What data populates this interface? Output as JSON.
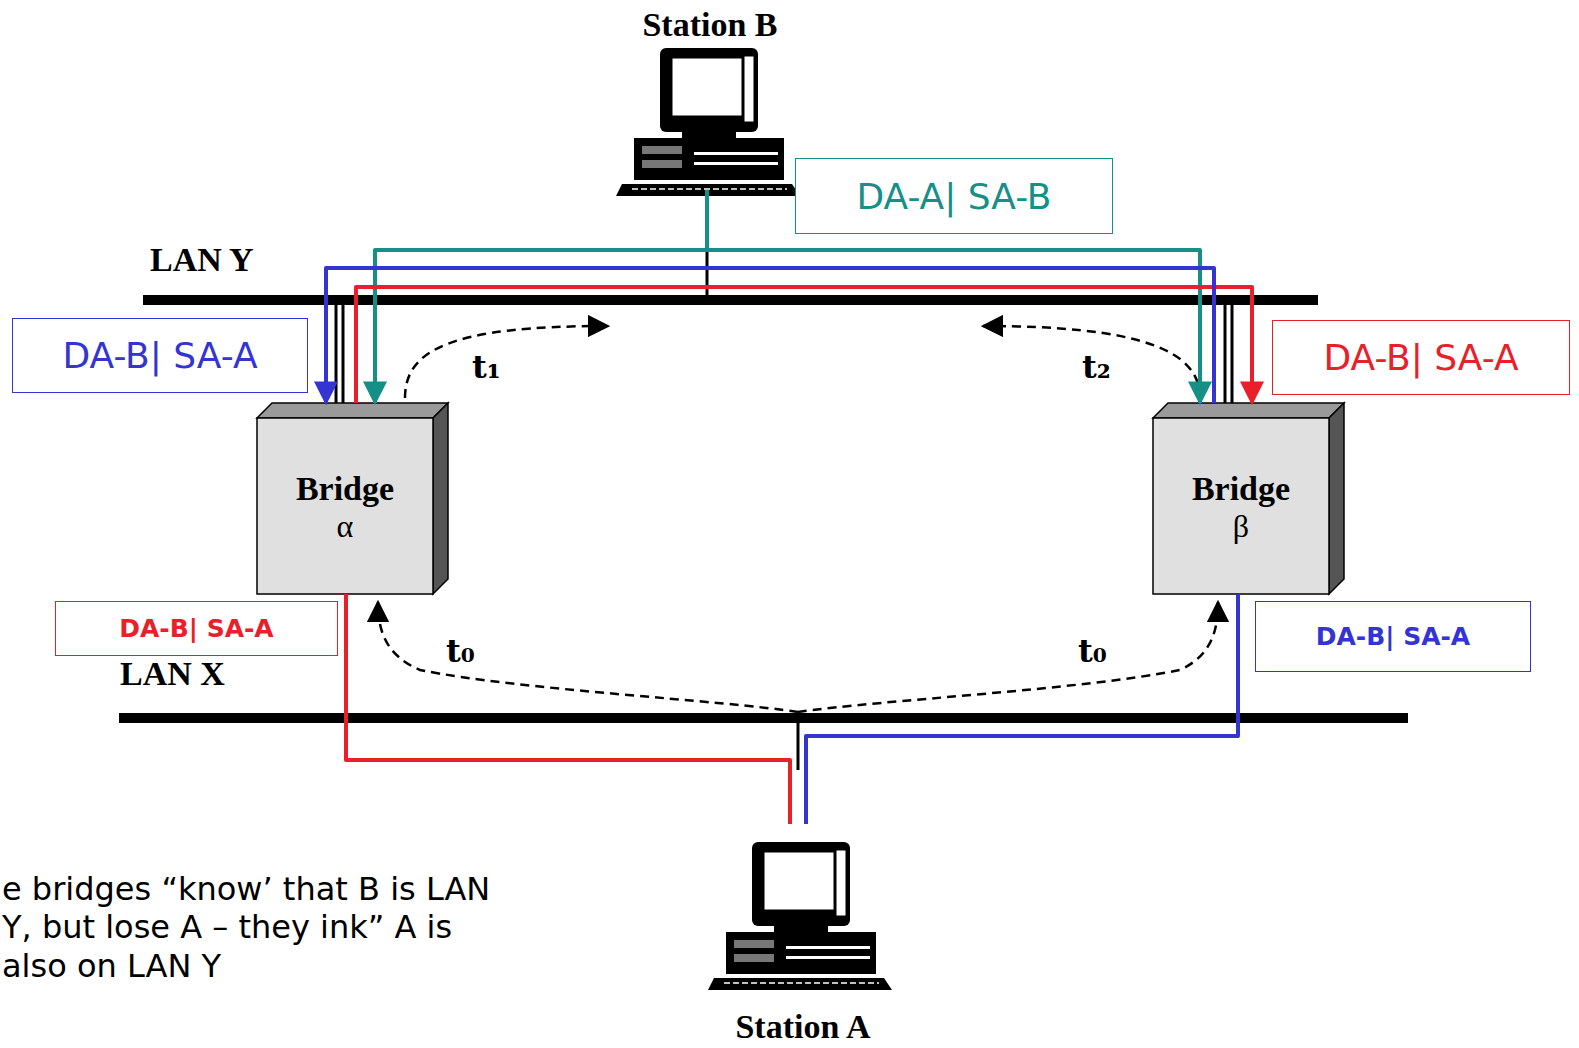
{
  "diagram": {
    "nodes": [
      {
        "text": [
          "Station B"
        ]
      },
      {
        "text": [
          "DA-A| SA-B"
        ]
      },
      {
        "text": [
          "DA-B| SA-A"
        ]
      },
      {
        "text": [
          "DA-B| SA-A"
        ]
      },
      {
        "text": [
          "Bridge",
          "α"
        ]
      },
      {
        "text": [
          "Bridge",
          "β"
        ]
      },
      {
        "text": [
          "DA-B| SA-A"
        ]
      },
      {
        "text": [
          "DA-B| SA-A"
        ]
      },
      {
        "text": [
          "Station A"
        ]
      }
    ],
    "edges": [
      {
        "from": 0,
        "to": 4,
        "arrow": "to"
      },
      {
        "from": 0,
        "to": 5,
        "arrow": "to"
      },
      {
        "from": 8,
        "to": 4,
        "arrow": "none"
      },
      {
        "from": 4,
        "to": 5,
        "arrow": "to"
      },
      {
        "from": 8,
        "to": 5,
        "arrow": "none"
      },
      {
        "from": 5,
        "to": 4,
        "arrow": "to"
      }
    ],
    "labels": [
      "LAN Y",
      "LAN X",
      "t₁",
      "t₂",
      "t₀",
      "t₀",
      "e bridges “know’ that B is LAN Y, but lose A – they ink” A is also on LAN Y"
    ]
  }
}
